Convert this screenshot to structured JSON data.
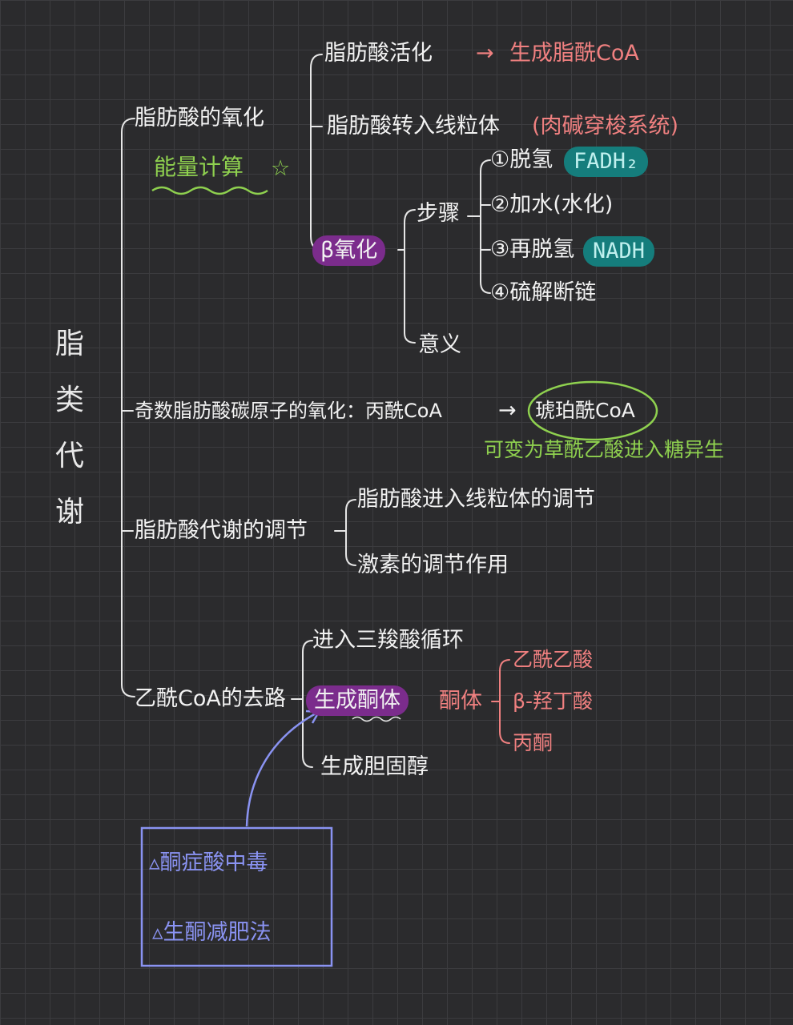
{
  "root": {
    "title": "脂类代谢"
  },
  "sections": {
    "oxidation": {
      "label": "脂肪酸的氧化",
      "note": "能量计算",
      "star": "☆",
      "activation": {
        "label": "脂肪酸活化",
        "arrow": "→",
        "result": "生成脂酰CoA"
      },
      "transport": {
        "label": "脂肪酸转入线粒体",
        "note": "(肉碱穿梭系统)"
      },
      "beta": {
        "label": "β氧化",
        "steps_label": "步骤",
        "steps": [
          {
            "label": "①脱氢",
            "tag": "FADH₂"
          },
          {
            "label": "②加水(水化)"
          },
          {
            "label": "③再脱氢",
            "tag": "NADH"
          },
          {
            "label": "④硫解断链"
          }
        ],
        "meaning_label": "意义"
      }
    },
    "odd_chain": {
      "label": "奇数脂肪酸碳原子的氧化：丙酰CoA",
      "arrow": "→",
      "product": "琥珀酰CoA",
      "note": "可变为草酰乙酸进入糖异生"
    },
    "regulation": {
      "label": "脂肪酸代谢的调节",
      "items": [
        "脂肪酸进入线粒体的调节",
        "激素的调节作用"
      ]
    },
    "acetyl": {
      "label": "乙酰CoA的去路",
      "items": [
        "进入三羧酸循环",
        "生成酮体",
        "生成胆固醇"
      ],
      "ketone_label": "酮体",
      "ketones": [
        "乙酰乙酸",
        "β-羟丁酸",
        "丙酮"
      ]
    }
  },
  "callout": {
    "items": [
      "▵酮症酸中毒",
      "▵生酮减肥法"
    ]
  },
  "colors": {
    "background": "#2b2b2d",
    "red": "#f08080",
    "green": "#8fd14f",
    "purple": "#7b2c8c",
    "teal": "#157d7c",
    "blue": "#8a93f2"
  }
}
